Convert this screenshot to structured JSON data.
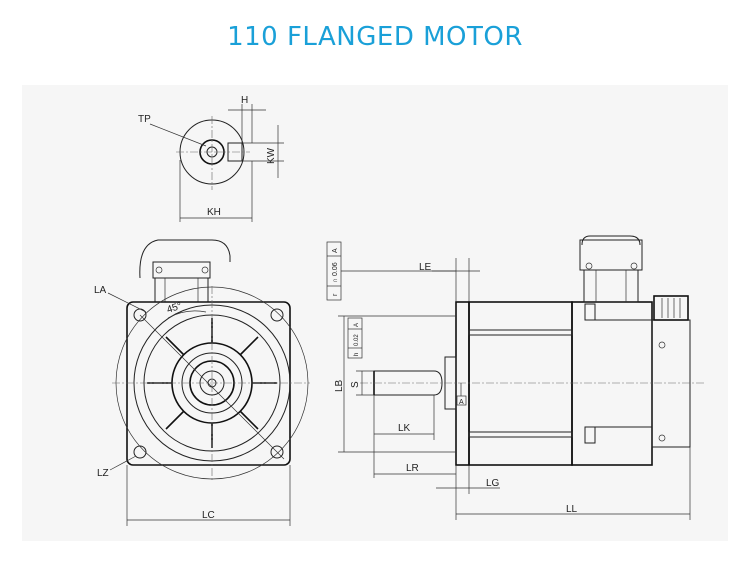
{
  "title": "110 FLANGED MOTOR",
  "labels": {
    "tp": "TP",
    "h": "H",
    "kw": "KW",
    "kh": "KH",
    "la": "LA",
    "angle": "45°",
    "lz": "LZ",
    "lc": "LC",
    "le": "LE",
    "lb": "LB",
    "s": "S",
    "lk": "LK",
    "lr": "LR",
    "lg": "LG",
    "ll": "LL",
    "tol1_sym": "r",
    "tol1_val": "∩ 0.06",
    "tol1_ref": "A",
    "tol2_sym": "h",
    "tol2_val": "0.02",
    "tol2_ref": "A",
    "datum": "A"
  },
  "colors": {
    "title": "#1aa0d8",
    "panel": "#f6f6f6",
    "line": "#222222"
  }
}
